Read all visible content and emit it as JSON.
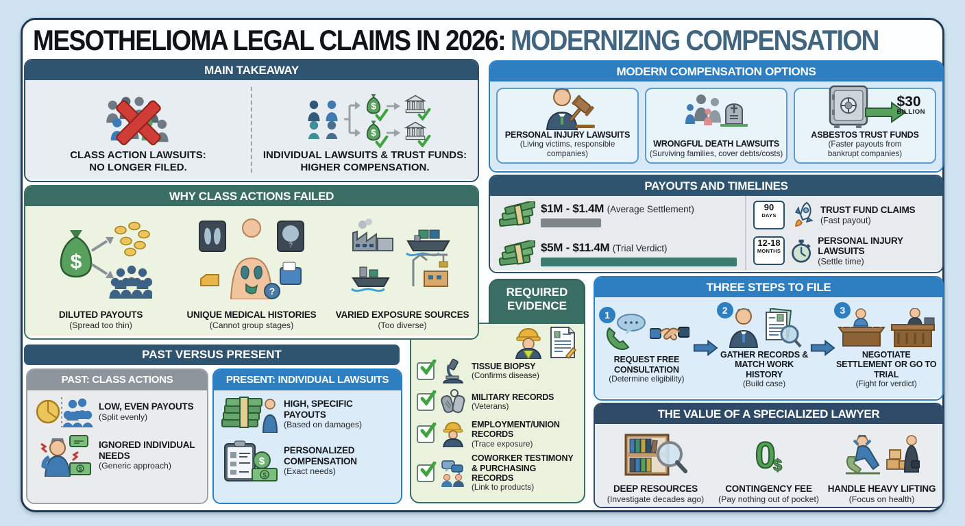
{
  "title": {
    "black": "MESOTHELIOMA LEGAL CLAIMS IN 2026:",
    "accent": "MODERNIZING COMPENSATION"
  },
  "main_takeaway": {
    "header": "MAIN TAKEAWAY",
    "left_title_1": "CLASS ACTION LAWSUITS:",
    "left_title_2": "NO LONGER FILED.",
    "right_title_1": "INDIVIDUAL LAWSUITS & TRUST FUNDS:",
    "right_title_2": "HIGHER COMPENSATION."
  },
  "why_failed": {
    "header": "WHY CLASS ACTIONS FAILED",
    "items": [
      {
        "title": "DILUTED PAYOUTS",
        "subtitle": "(Spread too thin)"
      },
      {
        "title": "UNIQUE MEDICAL HISTORIES",
        "subtitle": "(Cannot group stages)"
      },
      {
        "title": "VARIED EXPOSURE SOURCES",
        "subtitle": "(Too diverse)"
      }
    ]
  },
  "pvp": {
    "header": "PAST VERSUS PRESENT",
    "past": {
      "header": "PAST: CLASS ACTIONS",
      "items": [
        {
          "title": "LOW, EVEN PAYOUTS",
          "subtitle": "(Split evenly)"
        },
        {
          "title": "IGNORED INDIVIDUAL NEEDS",
          "subtitle": "(Generic approach)"
        }
      ]
    },
    "present": {
      "header": "PRESENT: INDIVIDUAL LAWSUITS",
      "items": [
        {
          "title": "HIGH, SPECIFIC PAYOUTS",
          "subtitle": "(Based on damages)"
        },
        {
          "title": "PERSONALIZED COMPENSATION",
          "subtitle": "(Exact needs)"
        }
      ]
    }
  },
  "evidence": {
    "header_1": "REQUIRED",
    "header_2": "EVIDENCE",
    "items": [
      {
        "title": "TISSUE BIOPSY",
        "subtitle": "(Confirms disease)"
      },
      {
        "title": "MILITARY RECORDS",
        "subtitle": "(Veterans)"
      },
      {
        "title": "EMPLOYMENT/UNION RECORDS",
        "subtitle": "(Trace exposure)"
      },
      {
        "title": "COWORKER TESTIMONY & PURCHASING RECORDS",
        "subtitle": "(Link to products)"
      }
    ]
  },
  "modern": {
    "header": "MODERN COMPENSATION OPTIONS",
    "cards": [
      {
        "title": "PERSONAL INJURY LAWSUITS",
        "subtitle": "(Living victims, responsible companies)"
      },
      {
        "title": "WRONGFUL DEATH LAWSUITS",
        "subtitle": "(Surviving families, cover debts/costs)"
      },
      {
        "title": "ASBESTOS TRUST FUNDS",
        "subtitle": "(Faster payouts from bankrupt companies)",
        "badge_value": "$30",
        "badge_unit": "BILLION"
      }
    ]
  },
  "payouts": {
    "header": "PAYOUTS AND TIMELINES",
    "bars": [
      {
        "label": "$1M - $1.4M",
        "context": "(Average Settlement)"
      },
      {
        "label": "$5M - $11.4M",
        "context": "(Trial Verdict)"
      }
    ],
    "timelines": [
      {
        "cal_value": "90",
        "cal_unit": "DAYS",
        "title": "TRUST FUND CLAIMS",
        "subtitle": "(Fast payout)"
      },
      {
        "cal_value": "12-18",
        "cal_unit": "MONTHS",
        "title": "PERSONAL INJURY LAWSUITS",
        "subtitle": "(Settle time)"
      }
    ]
  },
  "steps": {
    "header": "THREE STEPS TO FILE",
    "items": [
      {
        "num": "1",
        "title": "REQUEST FREE CONSULTATION",
        "subtitle": "(Determine eligibility)"
      },
      {
        "num": "2",
        "title": "GATHER RECORDS & MATCH WORK HISTORY",
        "subtitle": "(Build case)"
      },
      {
        "num": "3",
        "title": "NEGOTIATE SETTLEMENT OR GO TO TRIAL",
        "subtitle": "(Fight for verdict)"
      }
    ]
  },
  "lawyer": {
    "header": "THE VALUE OF A SPECIALIZED LAWYER",
    "zero": {
      "digit": "0",
      "symbol": "$"
    },
    "items": [
      {
        "title": "DEEP RESOURCES",
        "subtitle": "(Investigate decades ago)"
      },
      {
        "title": "CONTINGENCY FEE",
        "subtitle": "(Pay nothing out of pocket)"
      },
      {
        "title": "HANDLE HEAVY LIFTING",
        "subtitle": "(Focus on health)"
      }
    ]
  },
  "colors": {
    "page_bg": "#cfe2ef",
    "frame_border": "#1e3a52",
    "title_accent": "#41647f",
    "header_navy": "#2e5470",
    "header_teal": "#3a6e64",
    "header_blue": "#2d7fc1",
    "header_gray": "#8d949b",
    "header_dark_navy": "#2e4a66",
    "bar_settlement": "#7d8589",
    "bar_verdict": "#3f7a70",
    "check_green": "#3fa33f",
    "x_red": "#cf3d36",
    "money_green": "#57a05e"
  },
  "chart_data": {
    "type": "bar",
    "title": "PAYOUTS AND TIMELINES",
    "categories": [
      "Average Settlement",
      "Trial Verdict"
    ],
    "value_ranges": [
      "$1M - $1.4M",
      "$5M - $11.4M"
    ],
    "relative_bar_lengths": [
      88,
      286
    ],
    "timeline_facts": [
      {
        "duration": "90 DAYS",
        "item": "TRUST FUND CLAIMS (Fast payout)"
      },
      {
        "duration": "12-18 MONTHS",
        "item": "PERSONAL INJURY LAWSUITS (Settle time)"
      }
    ]
  },
  "icons": {
    "crowd-x-icon": "group of people crossed out with red X",
    "individuals-flow-icon": "individuals branching to money bags and courts with green checks",
    "moneybag-icon": "money bag with $",
    "check-icon": "green check",
    "bank-icon": "courthouse",
    "diluted-payouts-icon": "money bag split into coins and crowd",
    "medical-history-icon": "torso with lungs and x-rays",
    "exposure-sources-icon": "factory, ships and crane",
    "pie-coin-icon": "coin split evenly",
    "crowd-icon": "group of people",
    "stressed-person-icon": "person ignoring individual needs",
    "cash-stack-icon": "stack of cash",
    "person-icon": "person",
    "clipboard-dollar-icon": "personalized compensation checklist",
    "worker-icon": "worker with hard hat",
    "document-icon": "work record document",
    "microscope-icon": "microscope",
    "dogtags-icon": "military dog tags",
    "testimony-icon": "coworkers with speech bubbles",
    "checkbox-icon": "checked box",
    "lawyer-gavel-icon": "attorney with gavel",
    "family-tombstone-icon": "family by tombstone",
    "safe-icon": "trust fund safe with green arrow",
    "calendar-icon": "calendar",
    "rocket-icon": "rocket",
    "stopwatch-icon": "stopwatch",
    "phone-icon": "telephone handset",
    "handshake-icon": "handshake",
    "records-magnifier-icon": "records with magnifying glass",
    "courtroom-icon": "negotiation table and judge bench",
    "bookshelf-magnifier-icon": "bookshelf with magnifying glass",
    "zero-dollar-icon": "zero dollars",
    "relax-boxes-icon": "client resting while lawyer carries boxes"
  }
}
